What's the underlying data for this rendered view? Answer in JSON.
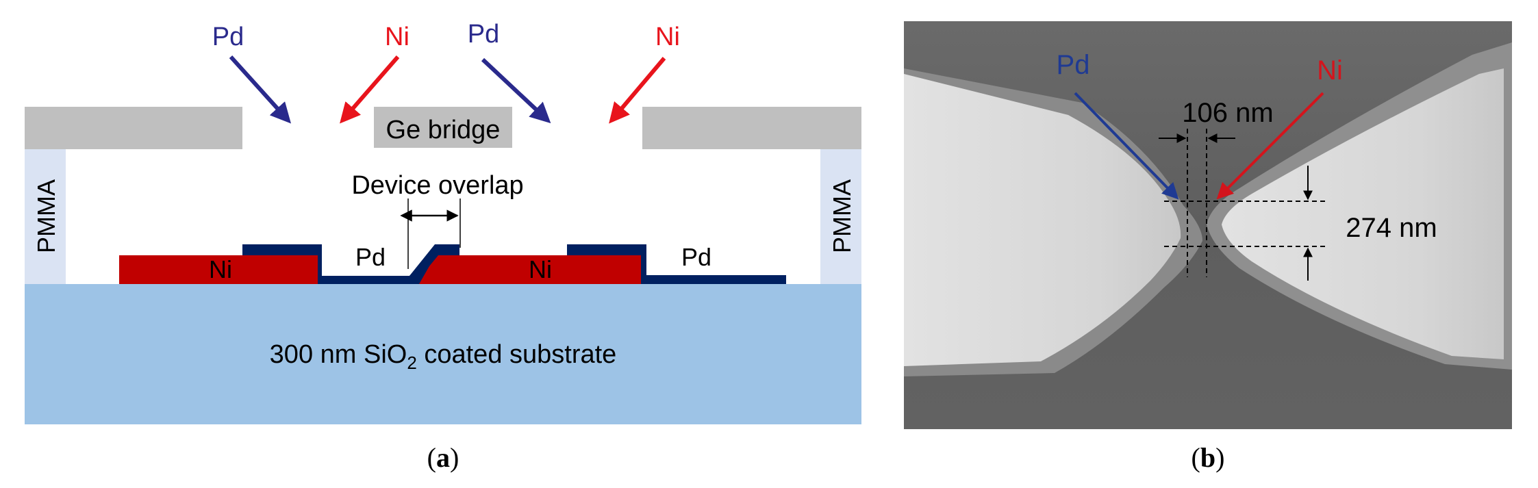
{
  "colors": {
    "pd": "#2a2a8c",
    "ni": "#e8141c",
    "ni_fill": "#c00000",
    "pd_fill": "#002060",
    "substrate": "#9dc3e6",
    "pmma": "#dae3f3",
    "bridge": "#bfbfbf"
  },
  "panel_a": {
    "arrow_labels": [
      "Pd",
      "Ni",
      "Pd",
      "Ni"
    ],
    "ge_bridge": "Ge bridge",
    "pmma_left": "PMMA",
    "pmma_right": "PMMA",
    "device_overlap": "Device overlap",
    "ni_left": "Ni",
    "pd_mid": "Pd",
    "ni_right": "Ni",
    "pd_right": "Pd",
    "substrate_pre": "300 nm SiO",
    "substrate_sub": "2",
    "substrate_post": " coated substrate",
    "caption_open": "(",
    "caption_letter": "a",
    "caption_close": ")"
  },
  "panel_b": {
    "pd_label": "Pd",
    "ni_label": "Ni",
    "width_label": "106 nm",
    "height_label": "274 nm",
    "caption_open": "(",
    "caption_letter": "b",
    "caption_close": ")"
  }
}
